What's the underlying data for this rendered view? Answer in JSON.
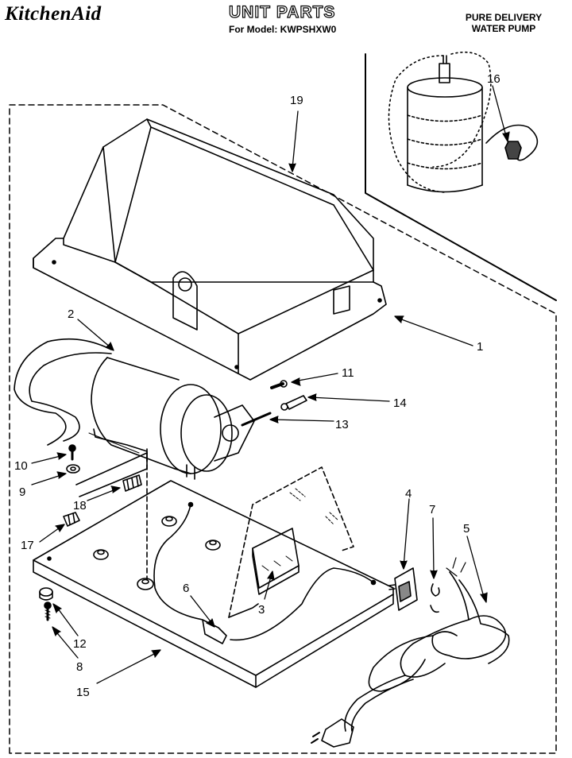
{
  "header": {
    "brand": "KitchenAid",
    "title": "UNIT PARTS",
    "subtitle": "For Model: KWPSHXW0",
    "pump_line1": "PURE DELIVERY",
    "pump_line2": "WATER PUMP"
  },
  "callouts": [
    {
      "id": "1",
      "text": "1"
    },
    {
      "id": "2",
      "text": "2"
    },
    {
      "id": "3",
      "text": "3"
    },
    {
      "id": "4",
      "text": "4"
    },
    {
      "id": "5",
      "text": "5"
    },
    {
      "id": "6",
      "text": "6"
    },
    {
      "id": "7",
      "text": "7"
    },
    {
      "id": "8",
      "text": "8"
    },
    {
      "id": "9",
      "text": "9"
    },
    {
      "id": "10",
      "text": "10"
    },
    {
      "id": "11",
      "text": "11"
    },
    {
      "id": "12",
      "text": "12"
    },
    {
      "id": "13",
      "text": "13"
    },
    {
      "id": "14",
      "text": "14"
    },
    {
      "id": "15",
      "text": "15"
    },
    {
      "id": "16",
      "text": "16"
    },
    {
      "id": "17",
      "text": "17"
    },
    {
      "id": "18",
      "text": "18"
    },
    {
      "id": "19",
      "text": "19"
    }
  ]
}
